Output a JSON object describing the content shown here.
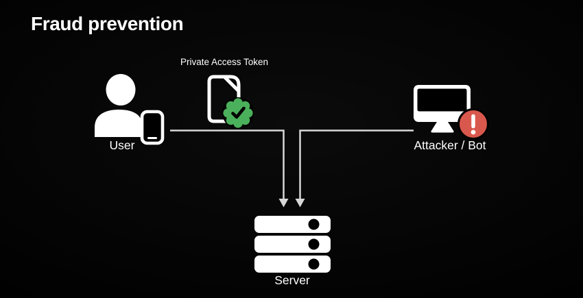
{
  "title": "Fraud prevention",
  "colors": {
    "background": "#000000",
    "icon": "#ffffff",
    "text": "#ffffff",
    "connector": "#d8d8d8",
    "badge_green": "#4bb05b",
    "badge_red": "#d9584d"
  },
  "diagram": {
    "token_label": "Private Access Token",
    "user": {
      "label": "User"
    },
    "attacker": {
      "label": "Attacker / Bot"
    },
    "server": {
      "label": "Server"
    },
    "connections": [
      {
        "from": "user",
        "to": "server",
        "annotation": "private-access-token-verified"
      },
      {
        "from": "attacker",
        "to": "server",
        "annotation": "alert"
      }
    ]
  }
}
